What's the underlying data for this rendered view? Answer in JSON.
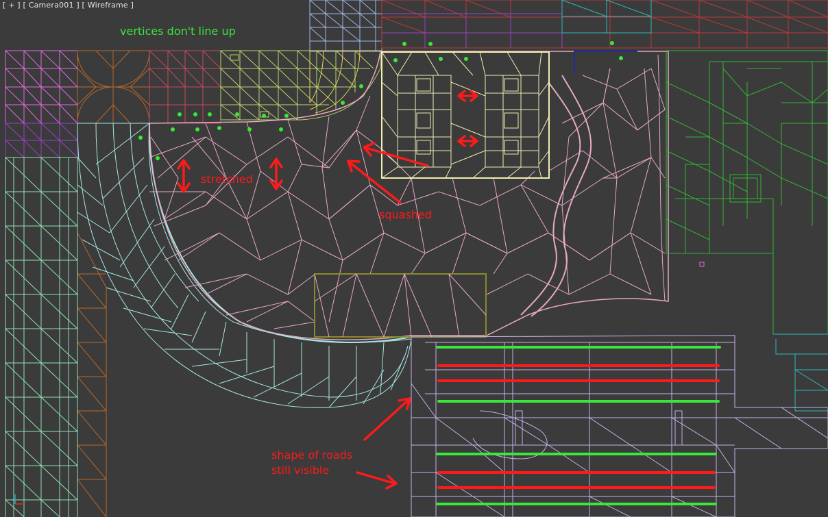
{
  "viewport": {
    "menu": {
      "plus": "[ + ]",
      "camera": "[ Camera001 ]",
      "mode": "[ Wireframe ]"
    }
  },
  "annotations": {
    "vertices": "vertices don't line up",
    "stretched": "stretched",
    "squashed": "squashed",
    "roads_line1": "shape of roads",
    "roads_line2": "still visible"
  },
  "colors": {
    "background": "#3b3b3b",
    "annotation_green": "#39e839",
    "annotation_red": "#ff1a1a",
    "mesh_pink": "#e7a9c4",
    "mesh_cyan": "#a6e8e2",
    "mesh_lightgreen": "#8de3b0",
    "mesh_brown": "#b8682a",
    "mesh_green": "#33b533",
    "mesh_yellowgreen": "#b9d46a",
    "mesh_cream": "#f2eeb0",
    "mesh_lavender": "#c5b0e8",
    "mesh_magenta": "#e06be0",
    "mesh_purple": "#9a42c8",
    "mesh_red": "#b83a3a",
    "mesh_teal": "#2fb8b8",
    "mesh_olive": "#8a8a2a"
  }
}
